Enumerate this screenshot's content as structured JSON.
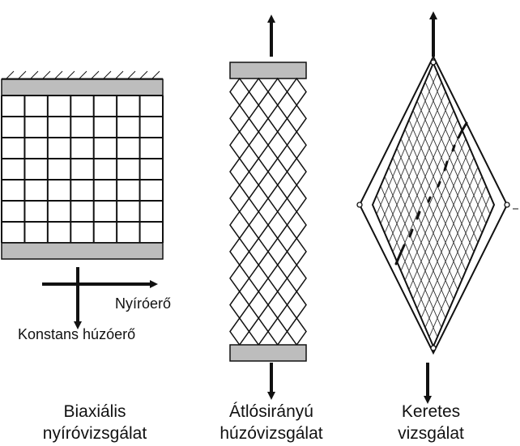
{
  "labels": {
    "shear_force": "Nyíróerő",
    "constant_tension": "Konstans húzóerő"
  },
  "captions": [
    {
      "line1": "Biaxiális",
      "line2": "nyíróvizsgálat"
    },
    {
      "line1": "Átlósirányú",
      "line2": "húzóvizsgálat"
    },
    {
      "line1": "Keretes",
      "line2": "vizsgálat"
    }
  ],
  "colors": {
    "line": "#111111",
    "clamp_fill": "#bdbdbd",
    "background": "#ffffff"
  },
  "panels": [
    {
      "name": "biaxial-shear-test",
      "grid_cols": 7,
      "grid_rows": 7
    },
    {
      "name": "diagonal-tensile-test",
      "diamond_cols": 4,
      "diamond_rows": 10
    },
    {
      "name": "frame-test",
      "mesh_lines": 15
    }
  ]
}
